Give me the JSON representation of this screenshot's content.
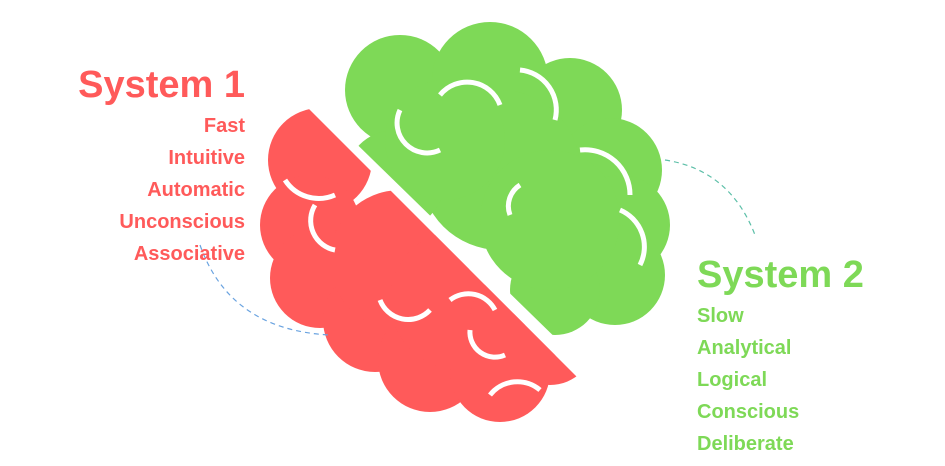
{
  "system1": {
    "title": "System 1",
    "traits": [
      "Fast",
      "Intuitive",
      "Automatic",
      "Unconscious",
      "Associative"
    ]
  },
  "system2": {
    "title": "System 2",
    "traits": [
      "Slow",
      "Analytical",
      "Logical",
      "Conscious",
      "Deliberate"
    ]
  },
  "colors": {
    "system1": "#ff5a5a",
    "system2": "#7ed957",
    "arrow1": "#6aa3e0",
    "arrow2": "#5cbfa8"
  }
}
